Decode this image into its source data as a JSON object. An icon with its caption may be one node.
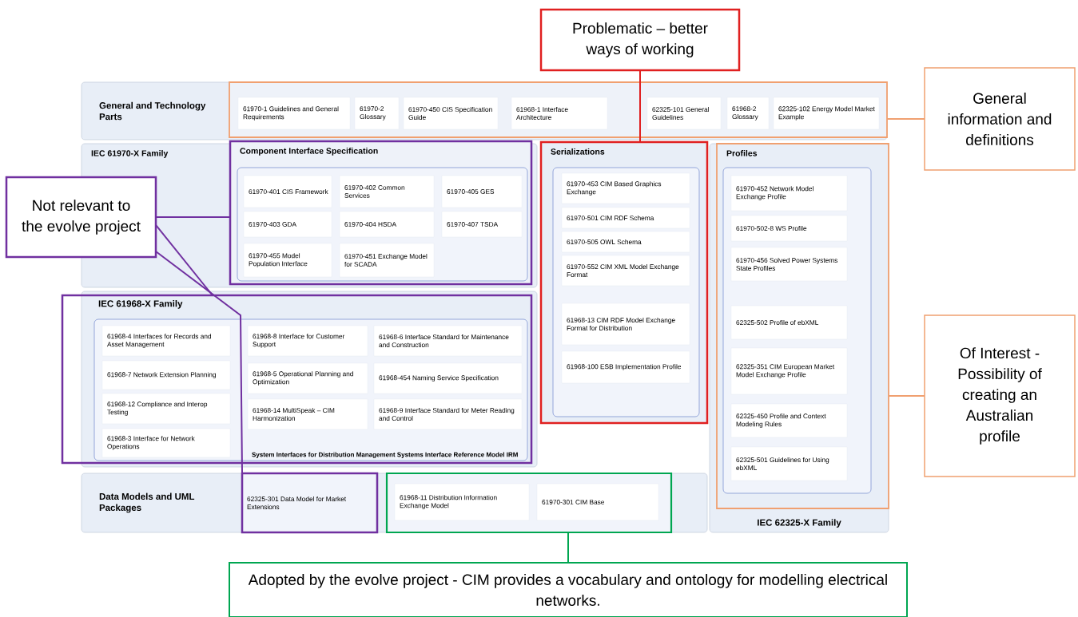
{
  "diagram": {
    "nodes": [
      {
        "text": [
          "Problematic – better ways of working"
        ]
      },
      {
        "text": [
          "General and Technology Parts"
        ]
      },
      {
        "text": [],
        "shape": "box",
        "in": 1
      },
      {
        "text": [
          "61970-1 Guidelines and General Requirements"
        ],
        "in": 2
      },
      {
        "text": [
          "61970-2 Glossary"
        ],
        "in": 2
      },
      {
        "text": [
          "61970-450 CIS Specification Guide"
        ],
        "in": 2
      },
      {
        "text": [
          "61968-1 Interface Architecture"
        ],
        "in": 2
      },
      {
        "text": [
          "62325-101 General Guidelines"
        ],
        "in": 2
      },
      {
        "text": [
          "61968-2 Glossary"
        ],
        "in": 2
      },
      {
        "text": [
          "62325-102 Energy Model Market Example"
        ],
        "in": 2
      },
      {
        "text": [
          "General information and definitions"
        ]
      },
      {
        "text": [
          "IEC 61970-X Family"
        ]
      },
      {
        "text": [
          "Component Interface Specification"
        ],
        "in": 11
      },
      {
        "text": [
          "61970-401 CIS Framework"
        ],
        "in": 12
      },
      {
        "text": [
          "61970-402 Common Services"
        ],
        "in": 12
      },
      {
        "text": [
          "61970-405 GES"
        ],
        "in": 12
      },
      {
        "text": [
          "61970-403 GDA"
        ],
        "in": 12
      },
      {
        "text": [
          "61970-404 HSDA"
        ],
        "in": 12
      },
      {
        "text": [
          "61970-407 TSDA"
        ],
        "in": 12
      },
      {
        "text": [
          "61970-455 Model Population Interface"
        ],
        "in": 12
      },
      {
        "text": [
          "61970-451 Exchange Model for SCADA"
        ],
        "in": 12
      },
      {
        "text": [
          "Serializations"
        ]
      },
      {
        "text": [
          "61970-453 CIM Based Graphics Exchange"
        ],
        "in": 21
      },
      {
        "text": [
          "61970-501 CIM RDF Schema"
        ],
        "in": 21
      },
      {
        "text": [
          "61970-505 OWL Schema"
        ],
        "in": 21
      },
      {
        "text": [
          "61970-552 CIM XML Model Exchange Format"
        ],
        "in": 21
      },
      {
        "text": [
          "61968-13 CIM RDF Model Exchange Format for Distribution"
        ],
        "in": 21
      },
      {
        "text": [
          "61968-100 ESB Implementation Profile"
        ],
        "in": 21
      },
      {
        "text": [
          "IEC 62325-X Family"
        ]
      },
      {
        "text": [
          "Profiles"
        ],
        "in": 28
      },
      {
        "text": [
          "61970-452 Network Model Exchange Profile"
        ],
        "in": 29
      },
      {
        "text": [
          "61970-502-8 WS Profile"
        ],
        "in": 29
      },
      {
        "text": [
          "61970-456 Solved Power Systems State Profiles"
        ],
        "in": 29
      },
      {
        "text": [
          "62325-502 Profile of ebXML"
        ],
        "in": 29
      },
      {
        "text": [
          "62325-351 CIM European Market Model Exchange Profile"
        ],
        "in": 29
      },
      {
        "text": [
          "62325-450 Profile and Context Modeling Rules"
        ],
        "in": 29
      },
      {
        "text": [
          "62325-501 Guidelines for Using ebXML"
        ],
        "in": 29
      },
      {
        "text": [
          "Of Interest - Possibility of creating an Australian profile"
        ]
      },
      {
        "text": [
          "Not relevant to the evolve project"
        ]
      },
      {
        "text": [
          "IEC 61968-X Family",
          "System Interfaces for Distribution Management Systems Interface Reference Model IRM"
        ]
      },
      {
        "text": [
          "61968-4 Interfaces for Records and Asset Management"
        ],
        "in": 39
      },
      {
        "text": [
          "61968-8 Interface for Customer Support"
        ],
        "in": 39
      },
      {
        "text": [
          "61968-6 Interface Standard for Maintenance and Construction"
        ],
        "in": 39
      },
      {
        "text": [
          "61968-7 Network Extension Planning"
        ],
        "in": 39
      },
      {
        "text": [
          "61968-5 Operational Planning and Optimization"
        ],
        "in": 39
      },
      {
        "text": [
          "61968-454 Naming Service Specification"
        ],
        "in": 39
      },
      {
        "text": [
          "61968-12 Compliance and Interop Testing"
        ],
        "in": 39
      },
      {
        "text": [
          "61968-14 MultiSpeak – CIM Harmonization"
        ],
        "in": 39
      },
      {
        "text": [
          "61968-9 Interface Standard for Meter Reading and Control"
        ],
        "in": 39
      },
      {
        "text": [
          "61968-3 Interface for Network Operations"
        ],
        "in": 39
      },
      {
        "text": [
          "Data Models and UML Packages"
        ]
      },
      {
        "text": [
          "62325-301 Data Model for Market Extensions"
        ],
        "in": 50
      },
      {
        "text": [],
        "shape": "box",
        "in": 50
      },
      {
        "text": [
          "61968-11 Distribution Information Exchange Model"
        ],
        "in": 52
      },
      {
        "text": [
          "61970-301 CIM Base"
        ],
        "in": 52
      },
      {
        "text": [
          "Adopted by the evolve project - CIM provides a vocabulary and ontology for modelling electrical networks."
        ]
      }
    ],
    "edges": [
      {
        "from": 0,
        "to": 21,
        "arrow": "none",
        "color": "#e02020"
      },
      {
        "from": 10,
        "to": 2,
        "arrow": "none",
        "color": "#f0a070"
      },
      {
        "from": 37,
        "to": 29,
        "arrow": "none",
        "color": "#f0a070"
      },
      {
        "from": 38,
        "to": 12,
        "arrow": "none",
        "color": "#7030a0"
      },
      {
        "from": 38,
        "to": 39,
        "arrow": "none",
        "color": "#7030a0"
      },
      {
        "from": 38,
        "to": 51,
        "arrow": "none",
        "color": "#7030a0"
      },
      {
        "from": 55,
        "to": 52,
        "arrow": "none",
        "color": "#00a651"
      }
    ]
  }
}
